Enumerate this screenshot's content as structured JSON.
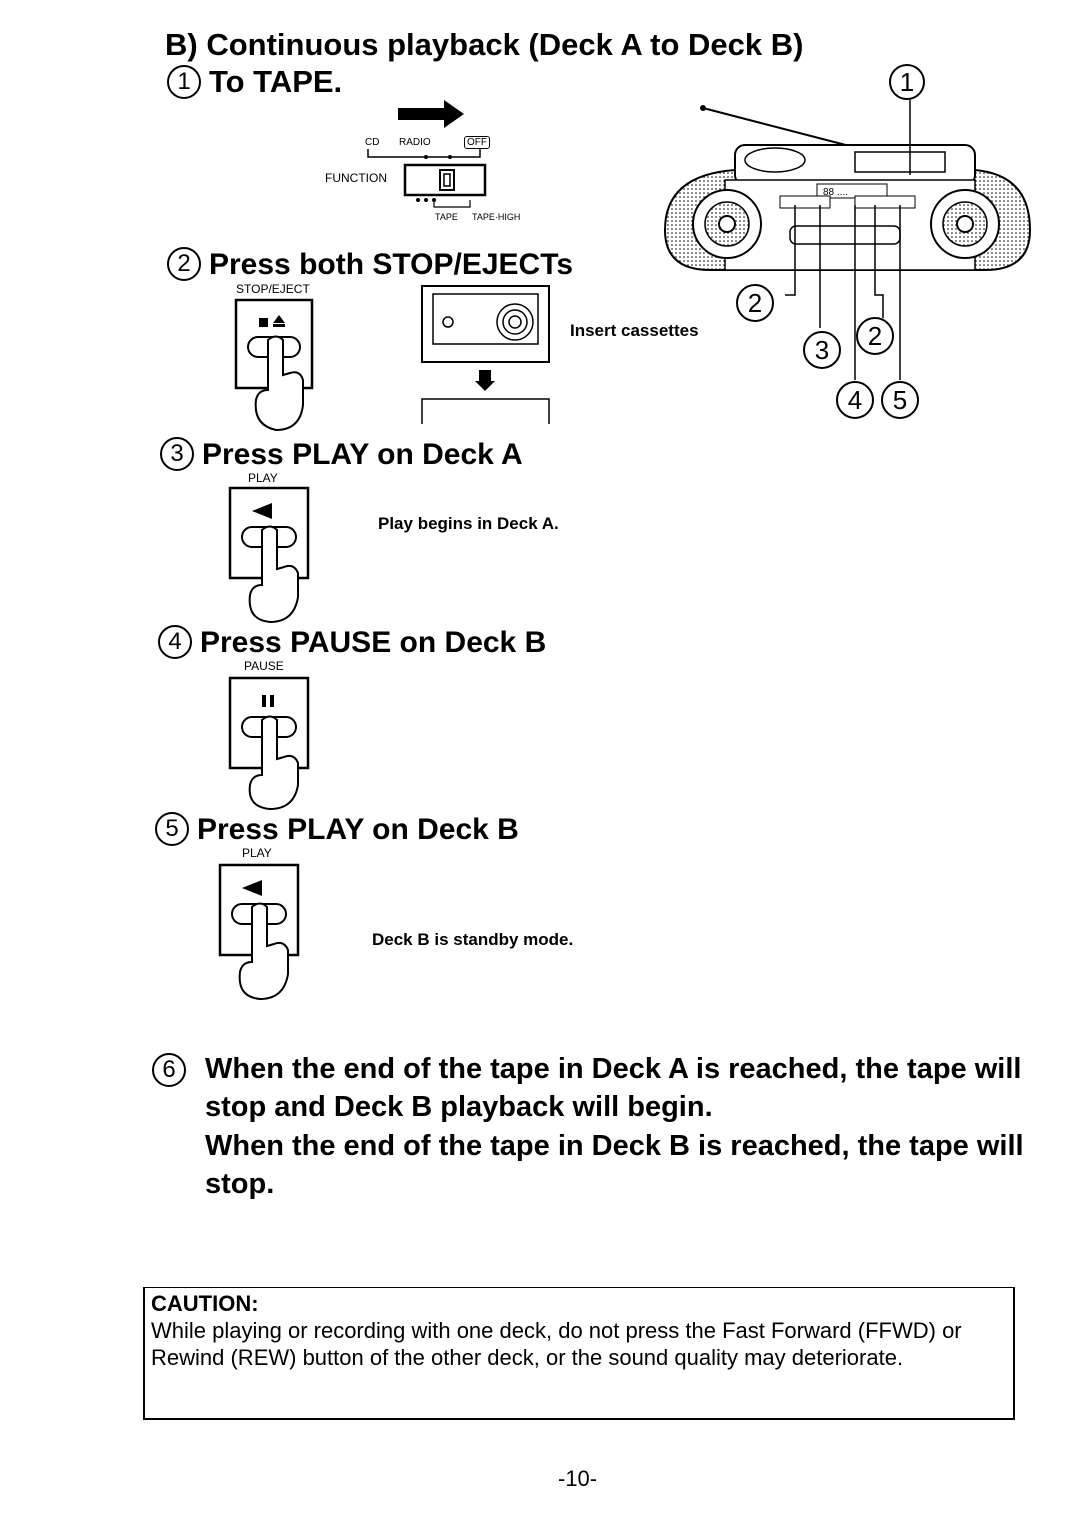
{
  "header": {
    "title": "B) Continuous playback (Deck A to Deck B)",
    "step1": "To TAPE."
  },
  "function_switch": {
    "cd": "CD",
    "radio": "RADIO",
    "off": "OFF",
    "function": "FUNCTION",
    "tape": "TAPE",
    "tape_high": "TAPE·HIGH"
  },
  "steps": [
    {
      "num": "1",
      "text": "To TAPE."
    },
    {
      "num": "2",
      "text": "Press both STOP/EJECTs",
      "button_label": "STOP/EJECT",
      "note": "Insert cassettes"
    },
    {
      "num": "3",
      "text": "Press PLAY on Deck A",
      "button_label": "PLAY",
      "note": "Play begins in Deck A."
    },
    {
      "num": "4",
      "text": "Press PAUSE on Deck B",
      "button_label": "PAUSE"
    },
    {
      "num": "5",
      "text": "Press PLAY on Deck B",
      "button_label": "PLAY",
      "note": "Deck B is standby mode."
    },
    {
      "num": "6",
      "text": "When the end of the tape in Deck A is reached, the tape will stop and Deck B playback will begin.",
      "text2": "When the end of the tape in Deck B is reached, the tape will stop."
    }
  ],
  "callouts": [
    "1",
    "2",
    "2",
    "3",
    "4",
    "5"
  ],
  "caution": {
    "title": "CAUTION:",
    "body": "While playing or recording with one deck, do not press the Fast Forward (FFWD) or Rewind (REW) button of the other deck, or the sound quality may deteriorate."
  },
  "page_number": "-10-"
}
